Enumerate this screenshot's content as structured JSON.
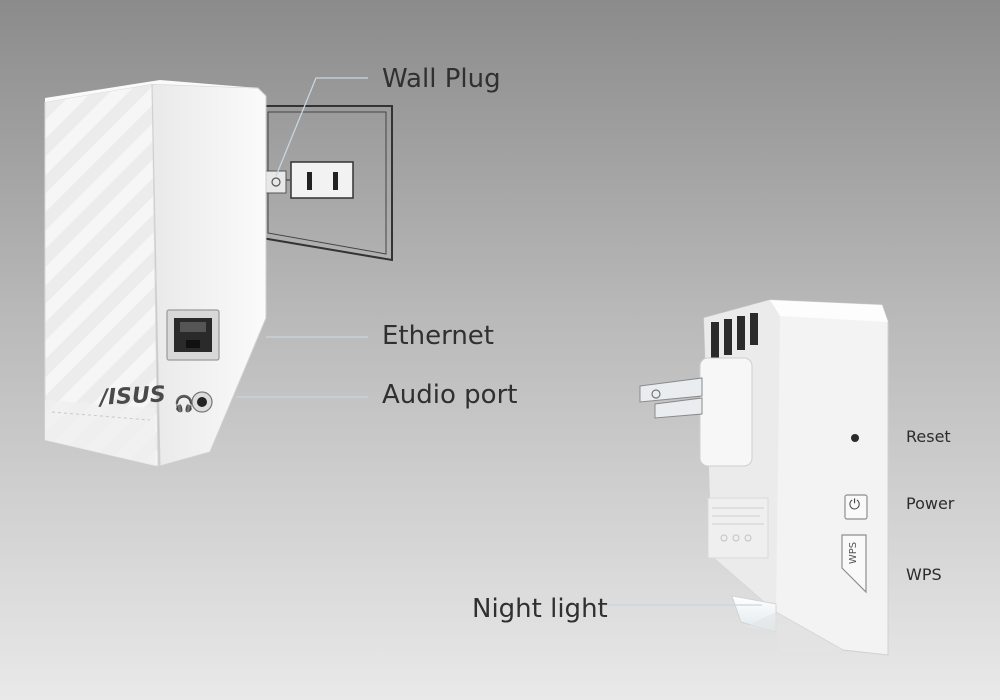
{
  "callouts": {
    "wall_plug": "Wall Plug",
    "ethernet": "Ethernet",
    "audio_port": "Audio port",
    "night_light": "Night light"
  },
  "buttons": {
    "reset": "Reset",
    "power": "Power",
    "wps": "WPS"
  },
  "device": {
    "logo": "/ISUS",
    "wps_marking": "WPS",
    "power_symbol": "⏻"
  },
  "colors": {
    "leader_line": "#c9d6de",
    "label_text": "#303030",
    "device_body": "#f4f4f4"
  }
}
